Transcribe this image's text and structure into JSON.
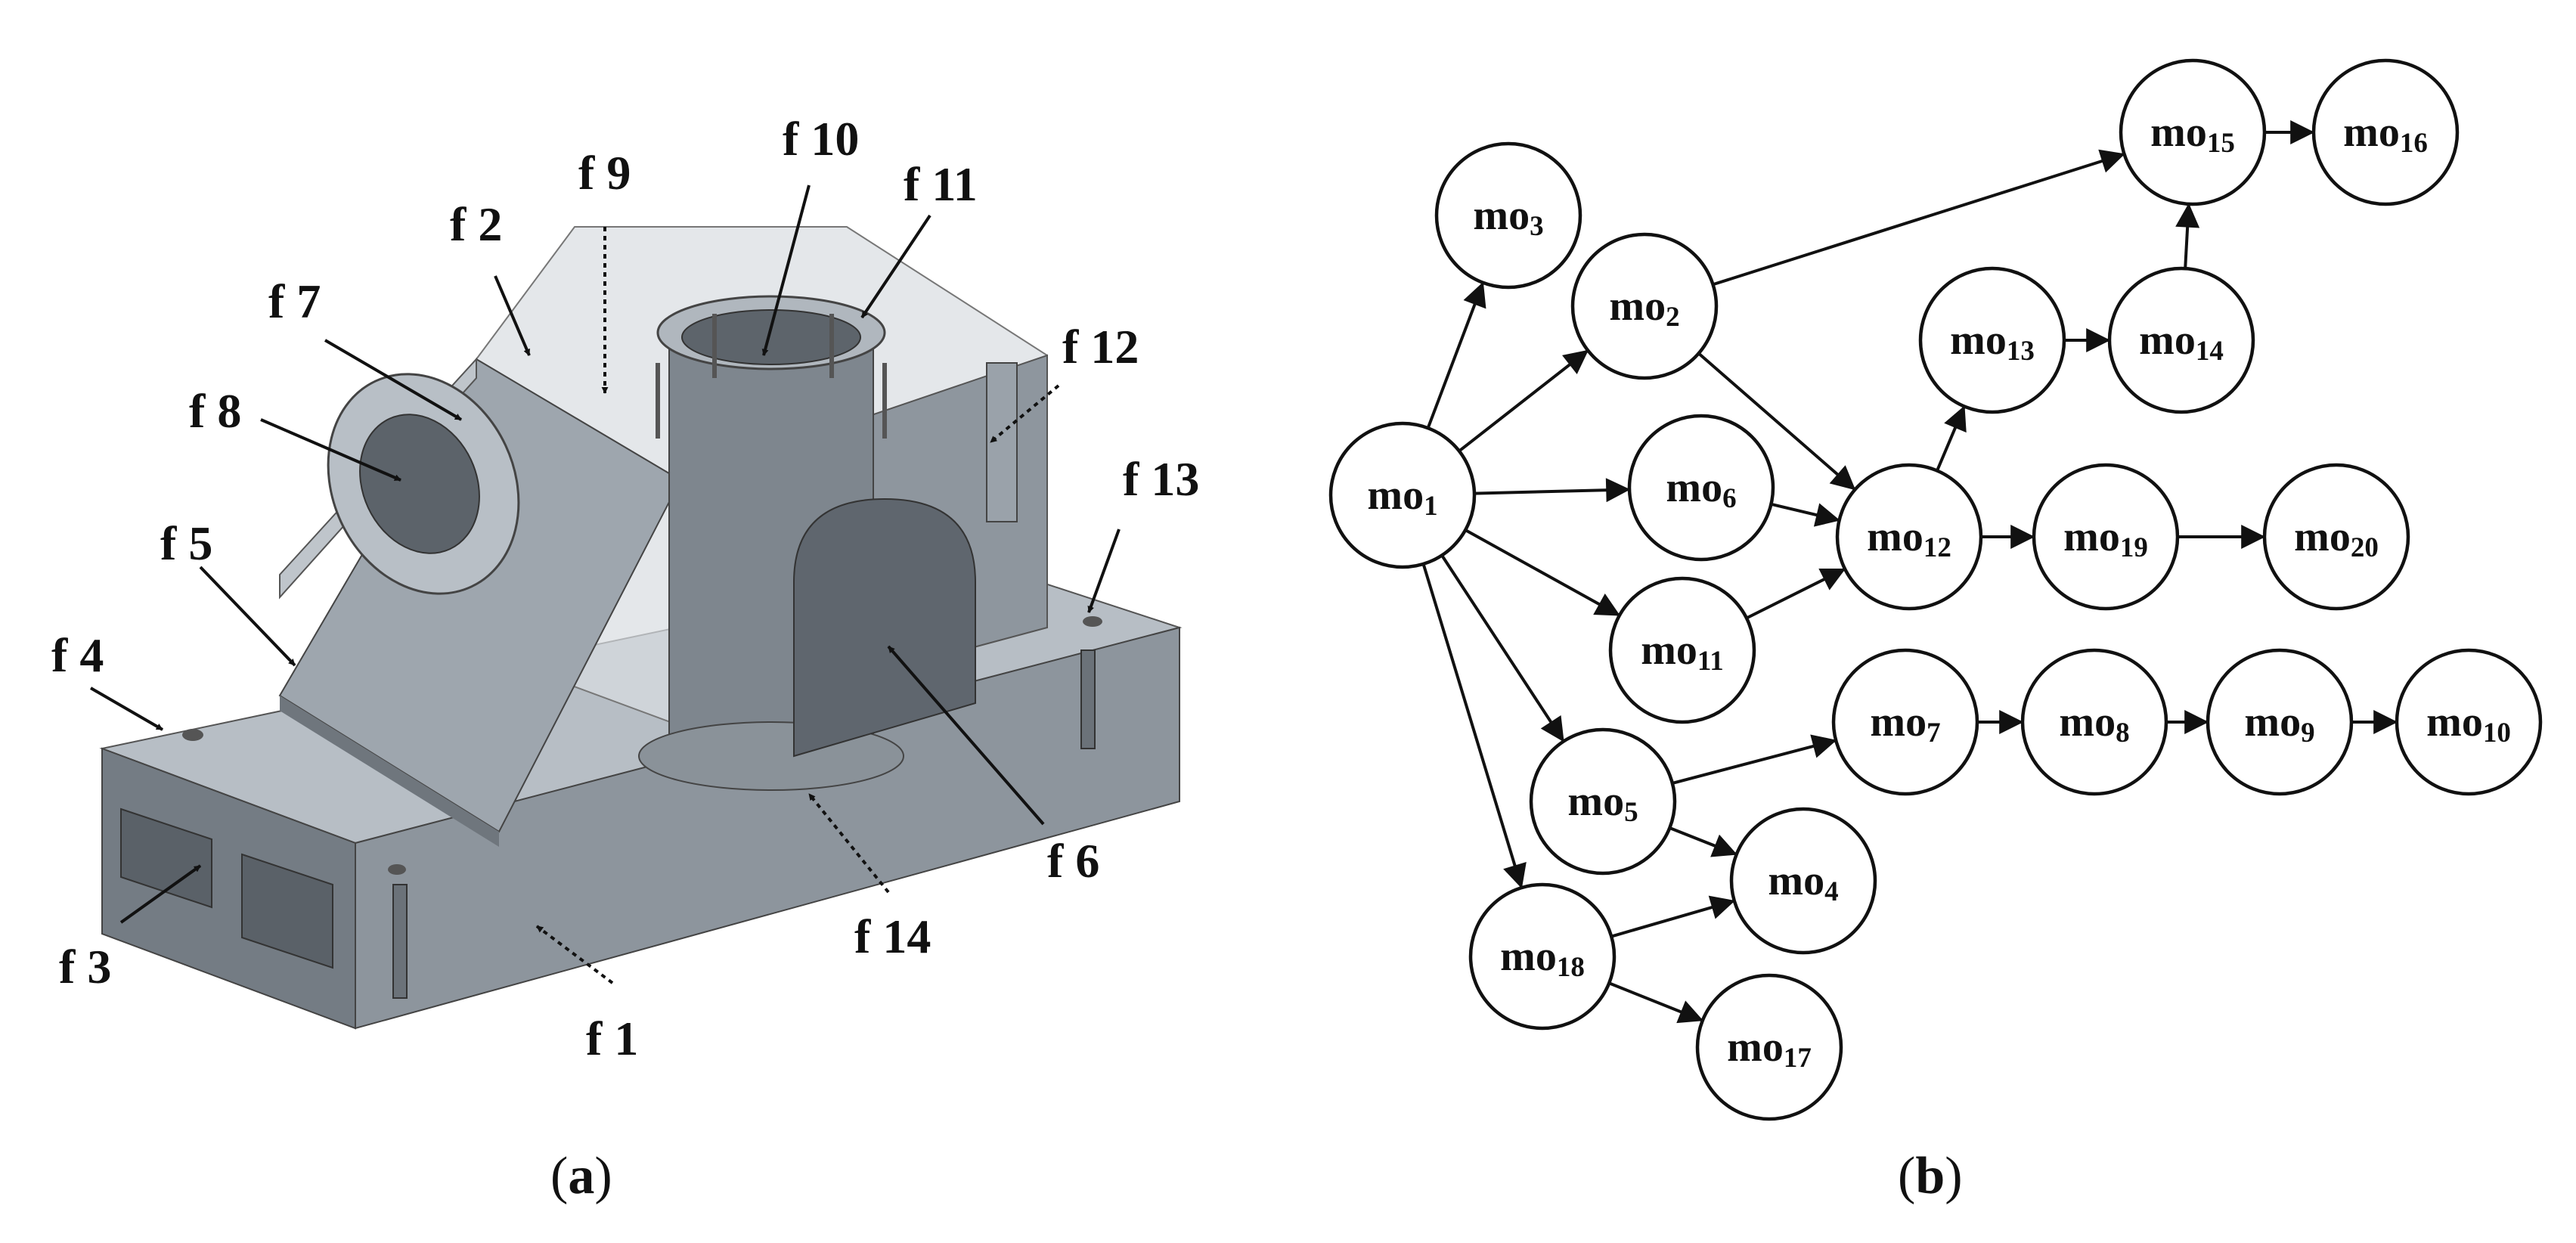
{
  "panel_a": {
    "caption_open": "(",
    "caption_letter": "a",
    "caption_close": ")",
    "features": [
      "f 1",
      "f 2",
      "f 3",
      "f 4",
      "f 5",
      "f 6",
      "f 7",
      "f 8",
      "f 9",
      "f 10",
      "f 11",
      "f 12",
      "f 13",
      "f 14"
    ]
  },
  "panel_b": {
    "caption_open": "(",
    "caption_letter": "b",
    "caption_close": ")",
    "node_prefix": "mo",
    "nodes": [
      "1",
      "2",
      "3",
      "4",
      "5",
      "6",
      "7",
      "8",
      "9",
      "10",
      "11",
      "12",
      "13",
      "14",
      "15",
      "16",
      "17",
      "18",
      "19",
      "20"
    ],
    "edges": [
      [
        "1",
        "3"
      ],
      [
        "1",
        "2"
      ],
      [
        "1",
        "6"
      ],
      [
        "1",
        "11"
      ],
      [
        "1",
        "5"
      ],
      [
        "1",
        "18"
      ],
      [
        "2",
        "15"
      ],
      [
        "2",
        "12"
      ],
      [
        "6",
        "12"
      ],
      [
        "11",
        "12"
      ],
      [
        "12",
        "13"
      ],
      [
        "12",
        "19"
      ],
      [
        "13",
        "14"
      ],
      [
        "14",
        "15"
      ],
      [
        "15",
        "16"
      ],
      [
        "19",
        "20"
      ],
      [
        "5",
        "7"
      ],
      [
        "5",
        "4"
      ],
      [
        "7",
        "8"
      ],
      [
        "8",
        "9"
      ],
      [
        "9",
        "10"
      ],
      [
        "18",
        "4"
      ],
      [
        "18",
        "17"
      ]
    ]
  },
  "colors": {
    "ink": "#111111",
    "part_light": "#a9b1ba",
    "part_mid": "#8c949d",
    "part_dark": "#5f666e",
    "housing_glass": "#d9dde1"
  }
}
